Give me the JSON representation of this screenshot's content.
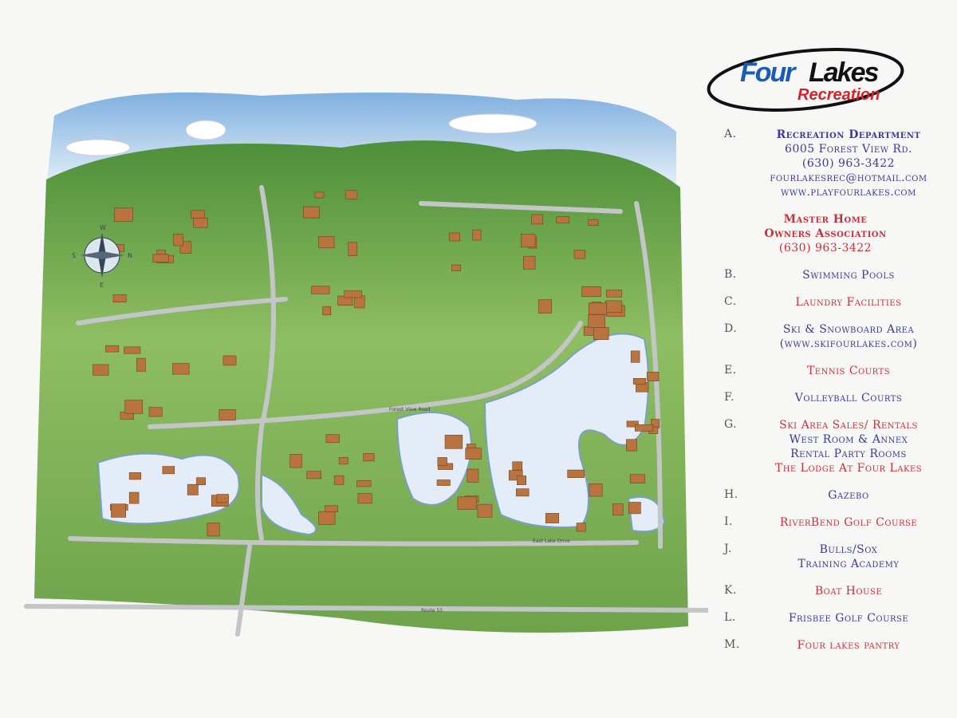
{
  "logo": {
    "text_four": "Four",
    "text_lakes": "Lakes",
    "text_recreation": "Recreation"
  },
  "legend": {
    "a": {
      "letter": "A.",
      "title": "Recreation Department",
      "address": "6005 Forest View Rd.",
      "phone": "(630) 963-3422",
      "email": "fourlakesrec@hotmail.com",
      "website": "www.playfourlakes.com"
    },
    "hoa": {
      "line1": "Master Home",
      "line2": "Owners Association",
      "phone": "(630) 963-3422"
    },
    "items": [
      {
        "letter": "B.",
        "lines": [
          "Swimming Pools"
        ],
        "colors": [
          "blue"
        ]
      },
      {
        "letter": "C.",
        "lines": [
          "Laundry Facilities"
        ],
        "colors": [
          "red"
        ]
      },
      {
        "letter": "D.",
        "lines": [
          "Ski & Snowboard Area",
          "(www.skifourlakes.com)"
        ],
        "colors": [
          "blue",
          "blue"
        ]
      },
      {
        "letter": "E.",
        "lines": [
          "Tennis Courts"
        ],
        "colors": [
          "red"
        ]
      },
      {
        "letter": "F.",
        "lines": [
          "Volleyball Courts"
        ],
        "colors": [
          "blue"
        ]
      },
      {
        "letter": "G.",
        "lines": [
          "Ski Area Sales/ Rentals",
          "West Room & Annex",
          "Rental Party Rooms",
          "The Lodge  At Four Lakes"
        ],
        "colors": [
          "red",
          "blue",
          "blue",
          "red"
        ]
      },
      {
        "letter": "H.",
        "lines": [
          "Gazebo"
        ],
        "colors": [
          "blue"
        ]
      },
      {
        "letter": "I.",
        "lines": [
          "RiverBend Golf Course"
        ],
        "colors": [
          "red"
        ]
      },
      {
        "letter": "J.",
        "lines": [
          "Bulls/Sox",
          "Training Academy"
        ],
        "colors": [
          "blue",
          "blue"
        ]
      },
      {
        "letter": "K.",
        "lines": [
          "Boat House"
        ],
        "colors": [
          "red"
        ]
      },
      {
        "letter": "L.",
        "lines": [
          "Frisbee Golf Course"
        ],
        "colors": [
          "blue"
        ]
      },
      {
        "letter": "M.",
        "lines": [
          "Four lakes pantry"
        ],
        "colors": [
          "red"
        ]
      }
    ]
  },
  "map": {
    "compass": {
      "n": "N",
      "s": "S",
      "e": "E",
      "w": "W"
    },
    "roads": [
      "Forest View Road",
      "East Lake Drive",
      "Route 53"
    ],
    "colors": {
      "grass": "#7fae5a",
      "water": "#dfeaf6",
      "roof": "#b8733e",
      "road": "#bfc3c4",
      "sky": "#8fb9e4"
    }
  }
}
